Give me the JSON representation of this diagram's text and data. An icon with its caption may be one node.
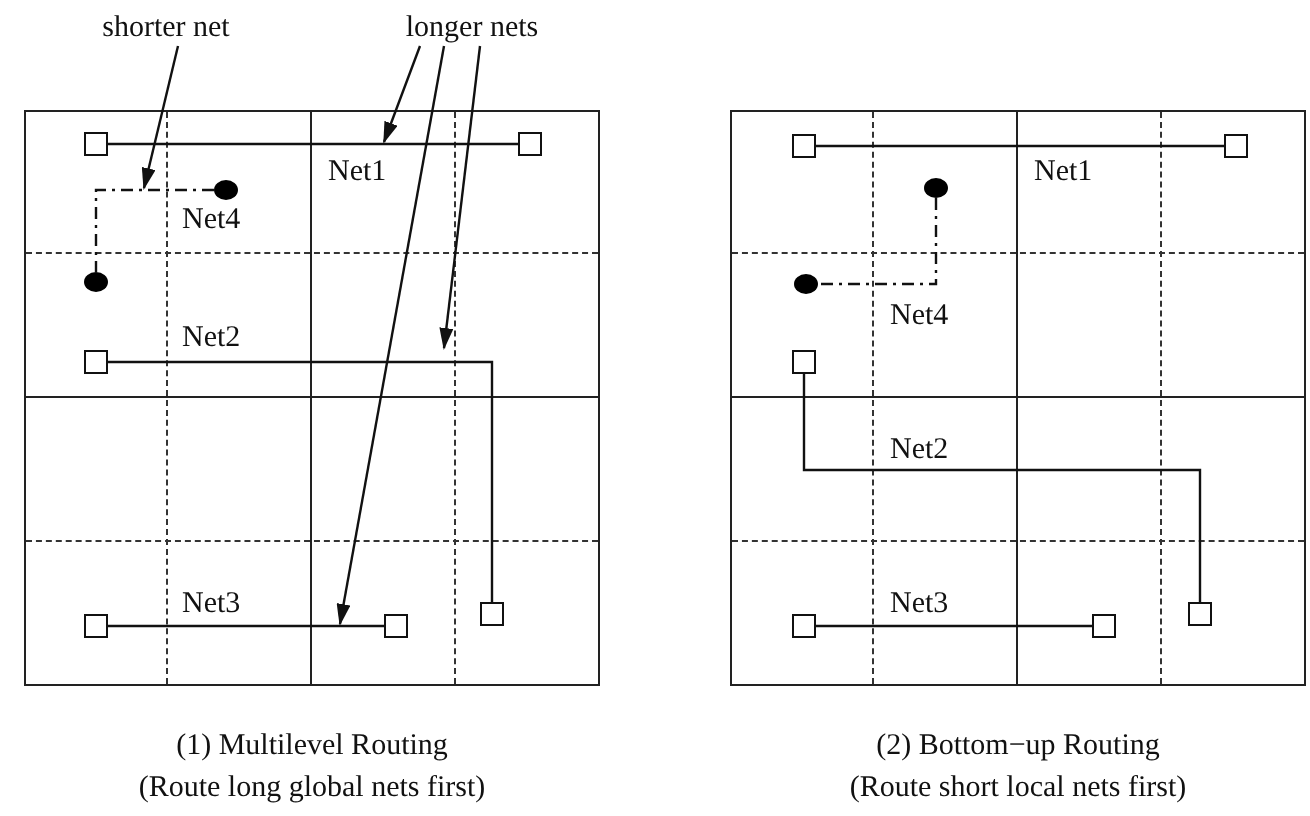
{
  "diagram": {
    "nodes": [
      {
        "text": [
          "shorter net"
        ]
      },
      {
        "text": [
          "longer nets"
        ]
      },
      {
        "text": [],
        "shape": "box",
        "beside": [
          "(1) Multilevel Routing",
          "(Route long global nets first)"
        ]
      },
      {
        "text": [],
        "shape": "box",
        "in": 2
      },
      {
        "text": [],
        "shape": "box",
        "in": 2
      },
      {
        "text": [],
        "shape": "circle",
        "in": 2
      },
      {
        "text": [],
        "shape": "circle",
        "in": 2
      },
      {
        "text": [],
        "shape": "box",
        "in": 2
      },
      {
        "text": [],
        "shape": "box",
        "in": 2
      },
      {
        "text": [],
        "shape": "box",
        "in": 2
      },
      {
        "text": [],
        "shape": "box",
        "in": 2
      },
      {
        "text": [],
        "shape": "box",
        "beside": [
          "(2) Bottom−up Routing",
          "(Route short local nets first)"
        ]
      },
      {
        "text": [],
        "shape": "box",
        "in": 11
      },
      {
        "text": [],
        "shape": "box",
        "in": 11
      },
      {
        "text": [],
        "shape": "circle",
        "in": 11
      },
      {
        "text": [],
        "shape": "circle",
        "in": 11
      },
      {
        "text": [],
        "shape": "box",
        "in": 11
      },
      {
        "text": [],
        "shape": "box",
        "in": 11
      },
      {
        "text": [],
        "shape": "box",
        "in": 11
      },
      {
        "text": [],
        "shape": "box",
        "in": 11
      }
    ],
    "edges": [
      {
        "from": 3,
        "to": 4,
        "arrow": "none",
        "label": "Net1"
      },
      {
        "from": 5,
        "to": 6,
        "arrow": "none",
        "label": "Net4",
        "style": "dashed"
      },
      {
        "from": 7,
        "to": 10,
        "arrow": "none",
        "label": "Net2"
      },
      {
        "from": 8,
        "to": 9,
        "arrow": "none",
        "label": "Net3"
      },
      {
        "from": 0,
        "to": 2,
        "arrow": "to"
      },
      {
        "from": 1,
        "to": 2,
        "arrow": "to"
      },
      {
        "from": 1,
        "to": 2,
        "arrow": "to"
      },
      {
        "from": 1,
        "to": 2,
        "arrow": "to"
      },
      {
        "from": 12,
        "to": 13,
        "arrow": "none",
        "label": "Net1"
      },
      {
        "from": 14,
        "to": 15,
        "arrow": "none",
        "label": "Net4",
        "style": "dashed"
      },
      {
        "from": 16,
        "to": 19,
        "arrow": "none",
        "label": "Net2"
      },
      {
        "from": 17,
        "to": 18,
        "arrow": "none",
        "label": "Net3"
      }
    ]
  }
}
